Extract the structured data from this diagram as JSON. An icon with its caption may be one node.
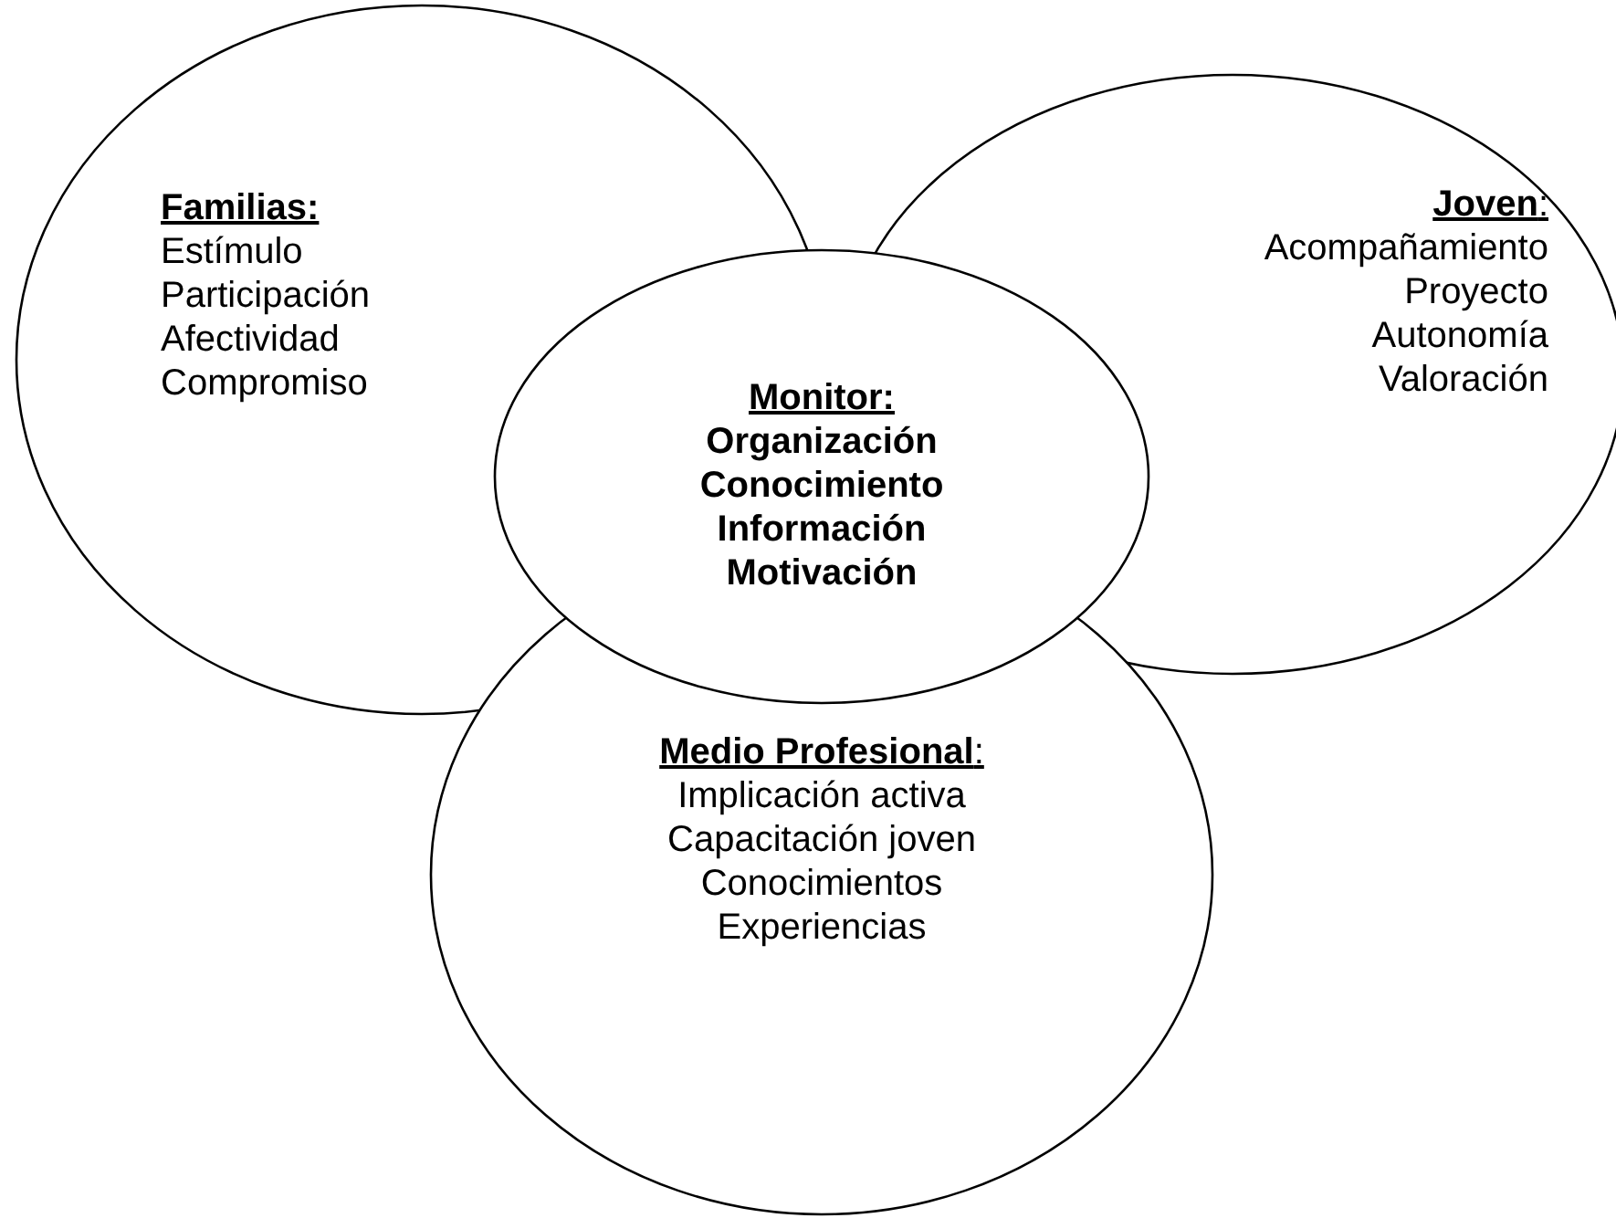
{
  "diagram": {
    "nodes": [
      {
        "text": [
          "Familias:",
          "Estímulo",
          "Participación",
          "Afectividad",
          "Compromiso"
        ]
      },
      {
        "text": [
          "**Joven**:",
          "Acompañamiento",
          "Proyecto",
          "Autonomía",
          "Valoración"
        ]
      },
      {
        "text": [
          "**Medio Profesional**:",
          "Implicación activa",
          "Capacitación joven",
          "Conocimientos",
          "Experiencias"
        ]
      },
      {
        "text": [
          "Monitor:",
          "Organización",
          "Conocimiento",
          "Información",
          "Motivación"
        ]
      }
    ]
  }
}
